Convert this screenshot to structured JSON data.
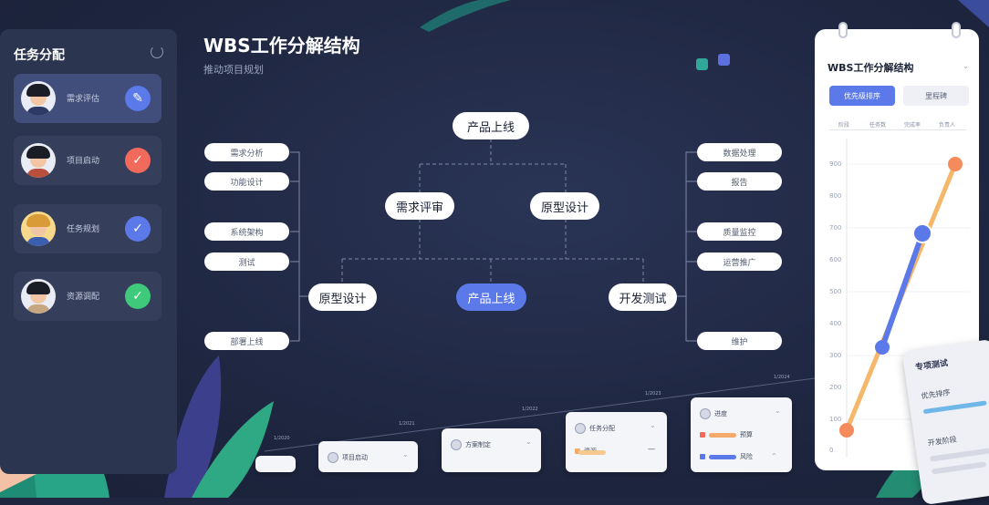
{
  "colors": {
    "accent": "#5b79e8",
    "red": "#f26a5c",
    "green": "#3ec97b",
    "orange": "#f5a96a"
  },
  "left_panel": {
    "title": "任务分配",
    "items": [
      {
        "label": "需求评估",
        "badge": "edit-icon",
        "color": "#5b79e8",
        "active": true
      },
      {
        "label": "项目启动",
        "badge": "check-icon",
        "color": "#f26a5c",
        "active": false
      },
      {
        "label": "任务规划",
        "badge": "check-icon",
        "color": "#5b79e8",
        "active": false
      },
      {
        "label": "资源调配",
        "badge": "check-icon",
        "color": "#3ec97b",
        "active": false
      }
    ]
  },
  "header": {
    "title": "WBS工作分解结构",
    "subtitle": "推动项目规划"
  },
  "tree": {
    "root": "产品上线",
    "level1": [
      "需求评审",
      "原型设计"
    ],
    "level2": [
      "原型设计",
      "产品上线",
      "开发测试"
    ],
    "left_pills": [
      "需求分析",
      "功能设计",
      "系统架构",
      "测试",
      "部署上线"
    ],
    "right_pills": [
      "数据处理",
      "报告",
      "质量监控",
      "运营推广",
      "维护"
    ]
  },
  "bottom": {
    "axis_ticks": [
      "1/2020",
      "1/2021",
      "1/2022",
      "1/2023",
      "1/2024"
    ],
    "cards": [
      {
        "row": "项目启动"
      },
      {
        "row": "方案制定"
      },
      {
        "row1": "任务分配",
        "row2": "资源"
      },
      {
        "row1": "进度",
        "row2": "预算",
        "row3": "风险"
      }
    ]
  },
  "right_panel": {
    "title": "WBS工作分解结构",
    "btn_primary": "优先级排序",
    "btn_secondary": "里程碑",
    "tabs": [
      "阶段",
      "任务数",
      "完成率",
      "负责人"
    ],
    "y_labels": [
      "900",
      "800",
      "700",
      "600",
      "500",
      "400",
      "300",
      "200",
      "100",
      "0"
    ]
  },
  "float_card": {
    "title": "专项测试",
    "label1": "优先排序",
    "label2": "开发阶段"
  }
}
